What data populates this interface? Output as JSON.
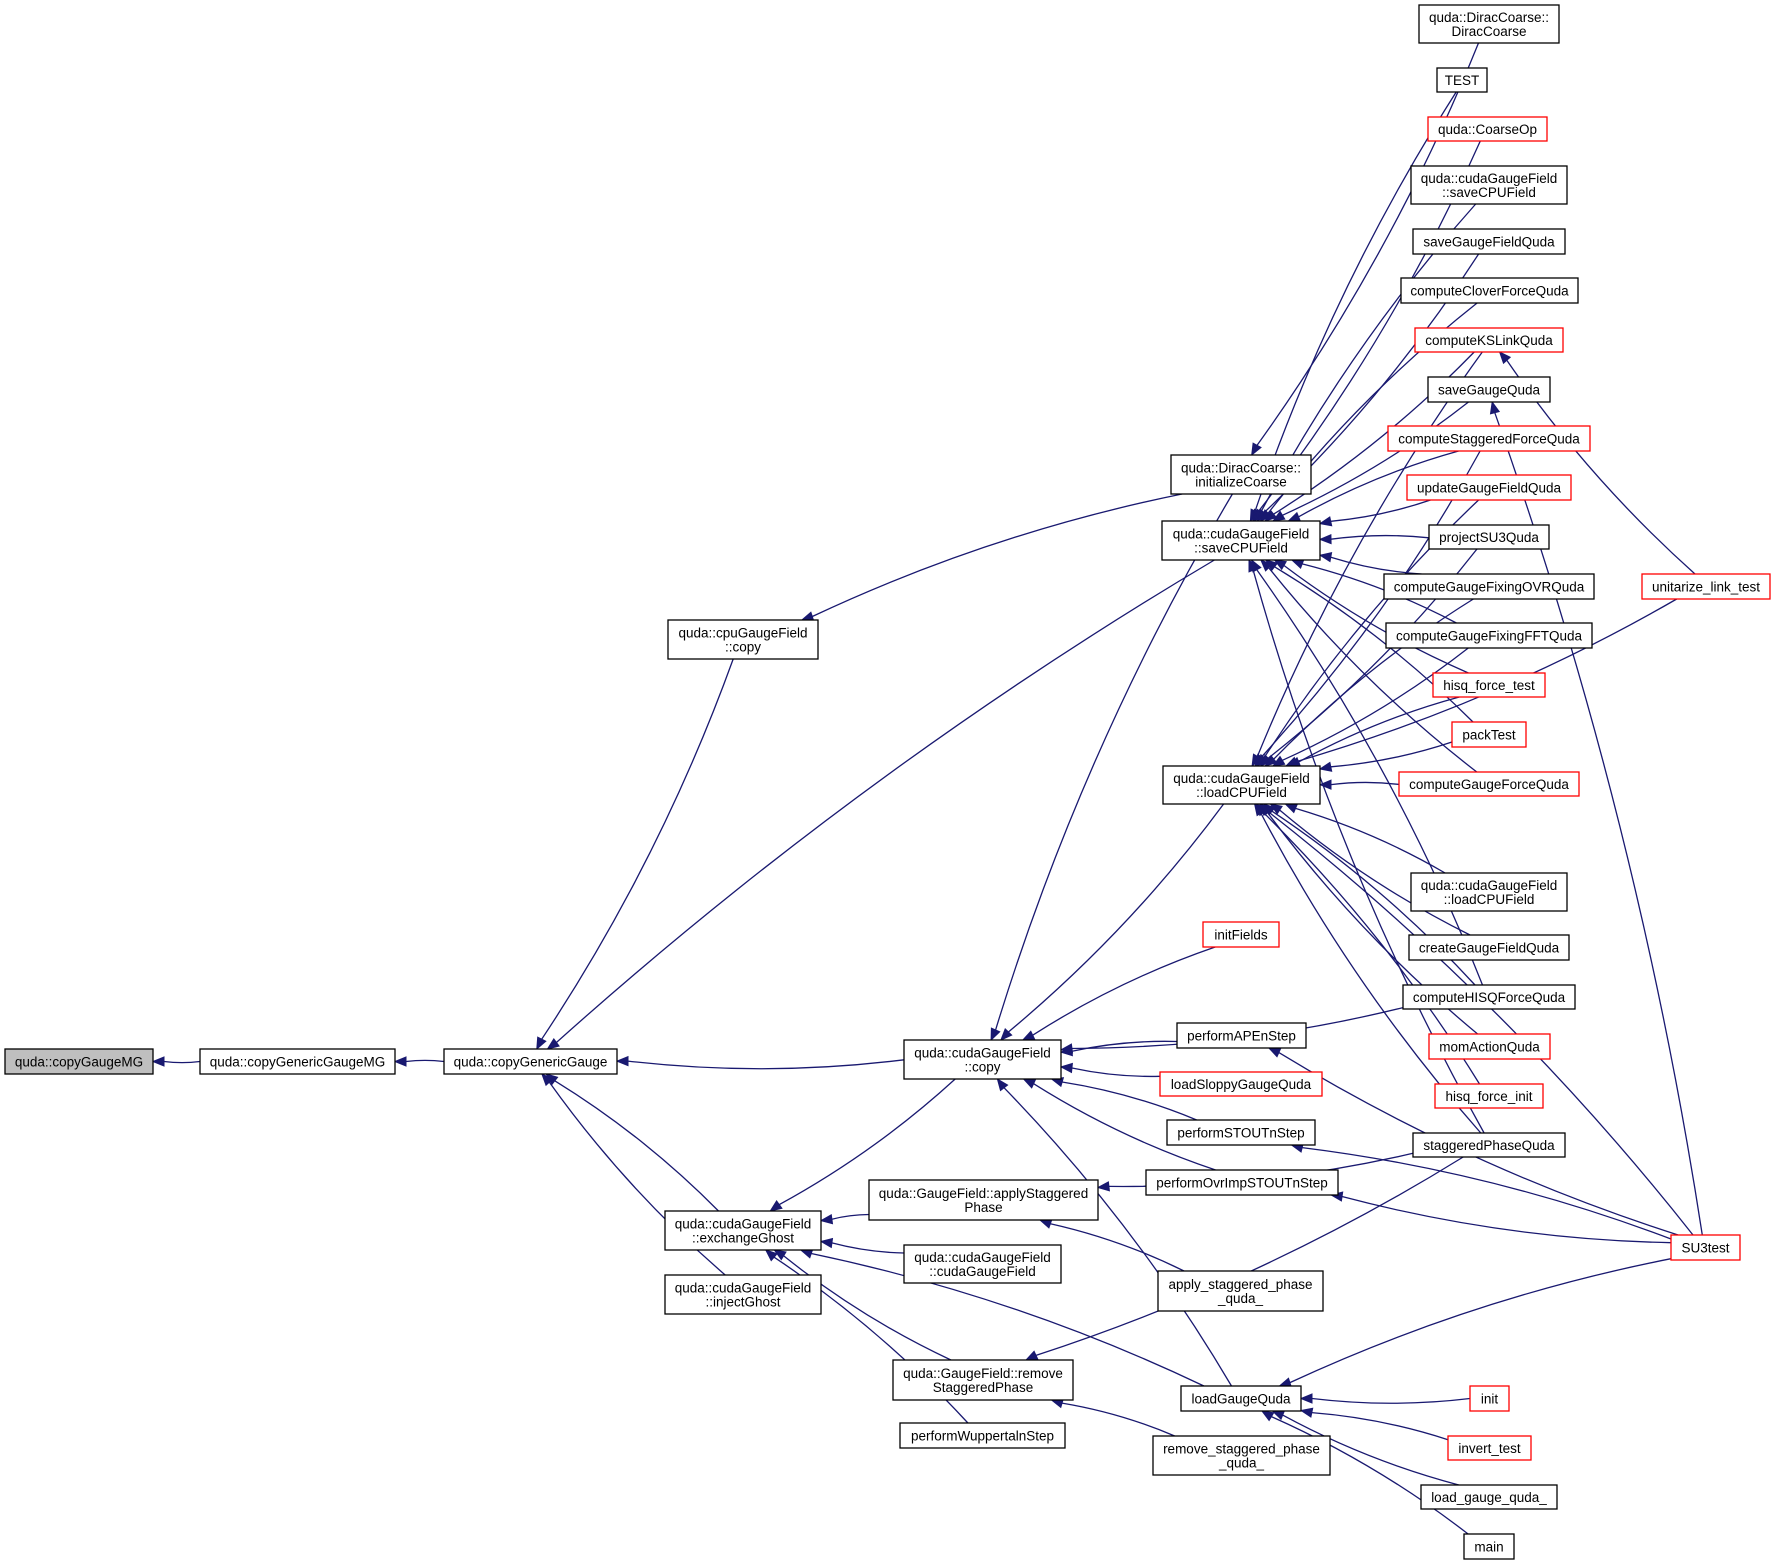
{
  "title": "Caller graph of quda::copyGaugeMG",
  "colors": {
    "edge": "#191970",
    "node_border": "#000000",
    "node_border_undocumented": "#ff0000",
    "root_fill": "#bfbfbf"
  },
  "nodes": [
    {
      "id": "copyGaugeMG",
      "lines": [
        "quda::copyGaugeMG"
      ],
      "style": "root"
    },
    {
      "id": "copyGenericGaugeMG",
      "lines": [
        "quda::copyGenericGaugeMG"
      ],
      "style": "normal"
    },
    {
      "id": "copyGenericGauge",
      "lines": [
        "quda::copyGenericGauge"
      ],
      "style": "normal"
    },
    {
      "id": "cpuCopy",
      "lines": [
        "quda::cpuGaugeField",
        "::copy"
      ],
      "style": "normal"
    },
    {
      "id": "exchangeGhost",
      "lines": [
        "quda::cudaGaugeField",
        "::exchangeGhost"
      ],
      "style": "normal"
    },
    {
      "id": "injectGhost",
      "lines": [
        "quda::cudaGaugeField",
        "::injectGhost"
      ],
      "style": "normal"
    },
    {
      "id": "cudaCopy",
      "lines": [
        "quda::cudaGaugeField",
        "::copy"
      ],
      "style": "normal"
    },
    {
      "id": "initializeCoarse",
      "lines": [
        "quda::DiracCoarse::",
        "initializeCoarse"
      ],
      "style": "normal"
    },
    {
      "id": "saveCPUField",
      "lines": [
        "quda::cudaGaugeField",
        "::saveCPUField"
      ],
      "style": "normal"
    },
    {
      "id": "loadCPUField",
      "lines": [
        "quda::cudaGaugeField",
        "::loadCPUField"
      ],
      "style": "normal"
    },
    {
      "id": "initFields",
      "lines": [
        "initFields"
      ],
      "style": "red"
    },
    {
      "id": "performAPEnStep",
      "lines": [
        "performAPEnStep"
      ],
      "style": "normal"
    },
    {
      "id": "loadSloppyGaugeQuda",
      "lines": [
        "loadSloppyGaugeQuda"
      ],
      "style": "red"
    },
    {
      "id": "performSTOUTnStep",
      "lines": [
        "performSTOUTnStep"
      ],
      "style": "normal"
    },
    {
      "id": "performOvrImpSTOUTnStep",
      "lines": [
        "performOvrImpSTOUTnStep"
      ],
      "style": "normal"
    },
    {
      "id": "applyStaggeredPhase",
      "lines": [
        "quda::GaugeField::applyStaggered",
        "Phase"
      ],
      "style": "normal"
    },
    {
      "id": "cudaGaugeFieldCtor",
      "lines": [
        "quda::cudaGaugeField",
        "::cudaGaugeField"
      ],
      "style": "normal"
    },
    {
      "id": "removeStaggeredPhase",
      "lines": [
        "quda::GaugeField::remove",
        "StaggeredPhase"
      ],
      "style": "normal"
    },
    {
      "id": "performWuppertalnStep",
      "lines": [
        "performWuppertalnStep"
      ],
      "style": "normal"
    },
    {
      "id": "apply_staggered_phase_quda_",
      "lines": [
        "apply_staggered_phase",
        "_quda_"
      ],
      "style": "normal"
    },
    {
      "id": "remove_staggered_phase_quda_",
      "lines": [
        "remove_staggered_phase",
        "_quda_"
      ],
      "style": "normal"
    },
    {
      "id": "loadGaugeQuda",
      "lines": [
        "loadGaugeQuda"
      ],
      "style": "normal"
    },
    {
      "id": "DiracCoarseCtor",
      "lines": [
        "quda::DiracCoarse::",
        "DiracCoarse"
      ],
      "style": "normal"
    },
    {
      "id": "TEST",
      "lines": [
        "TEST"
      ],
      "style": "normal"
    },
    {
      "id": "CoarseOp",
      "lines": [
        "quda::CoarseOp"
      ],
      "style": "red"
    },
    {
      "id": "saveCPUField2",
      "lines": [
        "quda::cudaGaugeField",
        "::saveCPUField"
      ],
      "style": "normal"
    },
    {
      "id": "saveGaugeFieldQuda",
      "lines": [
        "saveGaugeFieldQuda"
      ],
      "style": "normal"
    },
    {
      "id": "computeCloverForceQuda",
      "lines": [
        "computeCloverForceQuda"
      ],
      "style": "normal"
    },
    {
      "id": "computeKSLinkQuda",
      "lines": [
        "computeKSLinkQuda"
      ],
      "style": "red"
    },
    {
      "id": "saveGaugeQuda",
      "lines": [
        "saveGaugeQuda"
      ],
      "style": "normal"
    },
    {
      "id": "computeStaggeredForceQuda",
      "lines": [
        "computeStaggeredForceQuda"
      ],
      "style": "red"
    },
    {
      "id": "updateGaugeFieldQuda",
      "lines": [
        "updateGaugeFieldQuda"
      ],
      "style": "red"
    },
    {
      "id": "projectSU3Quda",
      "lines": [
        "projectSU3Quda"
      ],
      "style": "normal"
    },
    {
      "id": "computeGaugeFixingOVRQuda",
      "lines": [
        "computeGaugeFixingOVRQuda"
      ],
      "style": "normal"
    },
    {
      "id": "computeGaugeFixingFFTQuda",
      "lines": [
        "computeGaugeFixingFFTQuda"
      ],
      "style": "normal"
    },
    {
      "id": "hisq_force_test",
      "lines": [
        "hisq_force_test"
      ],
      "style": "red"
    },
    {
      "id": "packTest",
      "lines": [
        "packTest"
      ],
      "style": "red"
    },
    {
      "id": "computeGaugeForceQuda",
      "lines": [
        "computeGaugeForceQuda"
      ],
      "style": "red"
    },
    {
      "id": "loadCPUField2",
      "lines": [
        "quda::cudaGaugeField",
        "::loadCPUField"
      ],
      "style": "normal"
    },
    {
      "id": "createGaugeFieldQuda",
      "lines": [
        "createGaugeFieldQuda"
      ],
      "style": "normal"
    },
    {
      "id": "computeHISQForceQuda",
      "lines": [
        "computeHISQForceQuda"
      ],
      "style": "normal"
    },
    {
      "id": "momActionQuda",
      "lines": [
        "momActionQuda"
      ],
      "style": "red"
    },
    {
      "id": "hisq_force_init",
      "lines": [
        "hisq_force_init"
      ],
      "style": "red"
    },
    {
      "id": "staggeredPhaseQuda",
      "lines": [
        "staggeredPhaseQuda"
      ],
      "style": "normal"
    },
    {
      "id": "init",
      "lines": [
        "init"
      ],
      "style": "red"
    },
    {
      "id": "invert_test",
      "lines": [
        "invert_test"
      ],
      "style": "red"
    },
    {
      "id": "load_gauge_quda_",
      "lines": [
        "load_gauge_quda_"
      ],
      "style": "normal"
    },
    {
      "id": "main",
      "lines": [
        "main"
      ],
      "style": "normal"
    },
    {
      "id": "unitarize_link_test",
      "lines": [
        "unitarize_link_test"
      ],
      "style": "red"
    },
    {
      "id": "SU3test",
      "lines": [
        "SU3test"
      ],
      "style": "red"
    }
  ],
  "edges": [
    [
      "copyGenericGaugeMG",
      "copyGaugeMG"
    ],
    [
      "copyGenericGauge",
      "copyGenericGaugeMG"
    ],
    [
      "cpuCopy",
      "copyGenericGauge"
    ],
    [
      "saveCPUField",
      "copyGenericGauge"
    ],
    [
      "cudaCopy",
      "copyGenericGauge"
    ],
    [
      "exchangeGhost",
      "copyGenericGauge"
    ],
    [
      "injectGhost",
      "copyGenericGauge"
    ],
    [
      "initializeCoarse",
      "cpuCopy"
    ],
    [
      "DiracCoarseCtor",
      "initializeCoarse"
    ],
    [
      "initializeCoarse",
      "cudaCopy"
    ],
    [
      "loadCPUField",
      "cudaCopy"
    ],
    [
      "initFields",
      "cudaCopy"
    ],
    [
      "computeHISQForceQuda",
      "cudaCopy"
    ],
    [
      "performAPEnStep",
      "cudaCopy"
    ],
    [
      "loadSloppyGaugeQuda",
      "cudaCopy"
    ],
    [
      "performSTOUTnStep",
      "cudaCopy"
    ],
    [
      "performOvrImpSTOUTnStep",
      "cudaCopy"
    ],
    [
      "loadGaugeQuda",
      "cudaCopy"
    ],
    [
      "cudaCopy",
      "exchangeGhost"
    ],
    [
      "applyStaggeredPhase",
      "exchangeGhost"
    ],
    [
      "cudaGaugeFieldCtor",
      "exchangeGhost"
    ],
    [
      "loadGaugeQuda",
      "exchangeGhost"
    ],
    [
      "removeStaggeredPhase",
      "exchangeGhost"
    ],
    [
      "performWuppertalnStep",
      "exchangeGhost"
    ],
    [
      "staggeredPhaseQuda",
      "applyStaggeredPhase"
    ],
    [
      "apply_staggered_phase_quda_",
      "applyStaggeredPhase"
    ],
    [
      "staggeredPhaseQuda",
      "removeStaggeredPhase"
    ],
    [
      "remove_staggered_phase_quda_",
      "removeStaggeredPhase"
    ],
    [
      "SU3test",
      "performAPEnStep"
    ],
    [
      "SU3test",
      "performSTOUTnStep"
    ],
    [
      "SU3test",
      "performOvrImpSTOUTnStep"
    ],
    [
      "SU3test",
      "loadGaugeQuda"
    ],
    [
      "init",
      "loadGaugeQuda"
    ],
    [
      "invert_test",
      "loadGaugeQuda"
    ],
    [
      "load_gauge_quda_",
      "loadGaugeQuda"
    ],
    [
      "main",
      "loadGaugeQuda"
    ],
    [
      "computeKSLinkQuda",
      "saveCPUField"
    ],
    [
      "TEST",
      "saveCPUField"
    ],
    [
      "CoarseOp",
      "saveCPUField"
    ],
    [
      "saveCPUField2",
      "saveCPUField"
    ],
    [
      "saveGaugeFieldQuda",
      "saveCPUField"
    ],
    [
      "computeCloverForceQuda",
      "saveCPUField"
    ],
    [
      "saveGaugeQuda",
      "saveCPUField"
    ],
    [
      "computeStaggeredForceQuda",
      "saveCPUField"
    ],
    [
      "updateGaugeFieldQuda",
      "saveCPUField"
    ],
    [
      "projectSU3Quda",
      "saveCPUField"
    ],
    [
      "computeGaugeFixingOVRQuda",
      "saveCPUField"
    ],
    [
      "computeGaugeFixingFFTQuda",
      "saveCPUField"
    ],
    [
      "hisq_force_test",
      "saveCPUField"
    ],
    [
      "packTest",
      "saveCPUField"
    ],
    [
      "computeGaugeForceQuda",
      "saveCPUField"
    ],
    [
      "computeHISQForceQuda",
      "saveCPUField"
    ],
    [
      "staggeredPhaseQuda",
      "saveCPUField"
    ],
    [
      "computeKSLinkQuda",
      "loadCPUField"
    ],
    [
      "computeStaggeredForceQuda",
      "loadCPUField"
    ],
    [
      "updateGaugeFieldQuda",
      "loadCPUField"
    ],
    [
      "projectSU3Quda",
      "loadCPUField"
    ],
    [
      "computeGaugeFixingOVRQuda",
      "loadCPUField"
    ],
    [
      "computeGaugeFixingFFTQuda",
      "loadCPUField"
    ],
    [
      "hisq_force_test",
      "loadCPUField"
    ],
    [
      "packTest",
      "loadCPUField"
    ],
    [
      "computeGaugeForceQuda",
      "loadCPUField"
    ],
    [
      "unitarize_link_test",
      "loadCPUField"
    ],
    [
      "loadCPUField2",
      "loadCPUField"
    ],
    [
      "createGaugeFieldQuda",
      "loadCPUField"
    ],
    [
      "computeHISQForceQuda",
      "loadCPUField"
    ],
    [
      "momActionQuda",
      "loadCPUField"
    ],
    [
      "hisq_force_init",
      "loadCPUField"
    ],
    [
      "staggeredPhaseQuda",
      "loadCPUField"
    ],
    [
      "SU3test",
      "loadCPUField"
    ],
    [
      "unitarize_link_test",
      "computeKSLinkQuda"
    ],
    [
      "SU3test",
      "saveGaugeQuda"
    ]
  ]
}
